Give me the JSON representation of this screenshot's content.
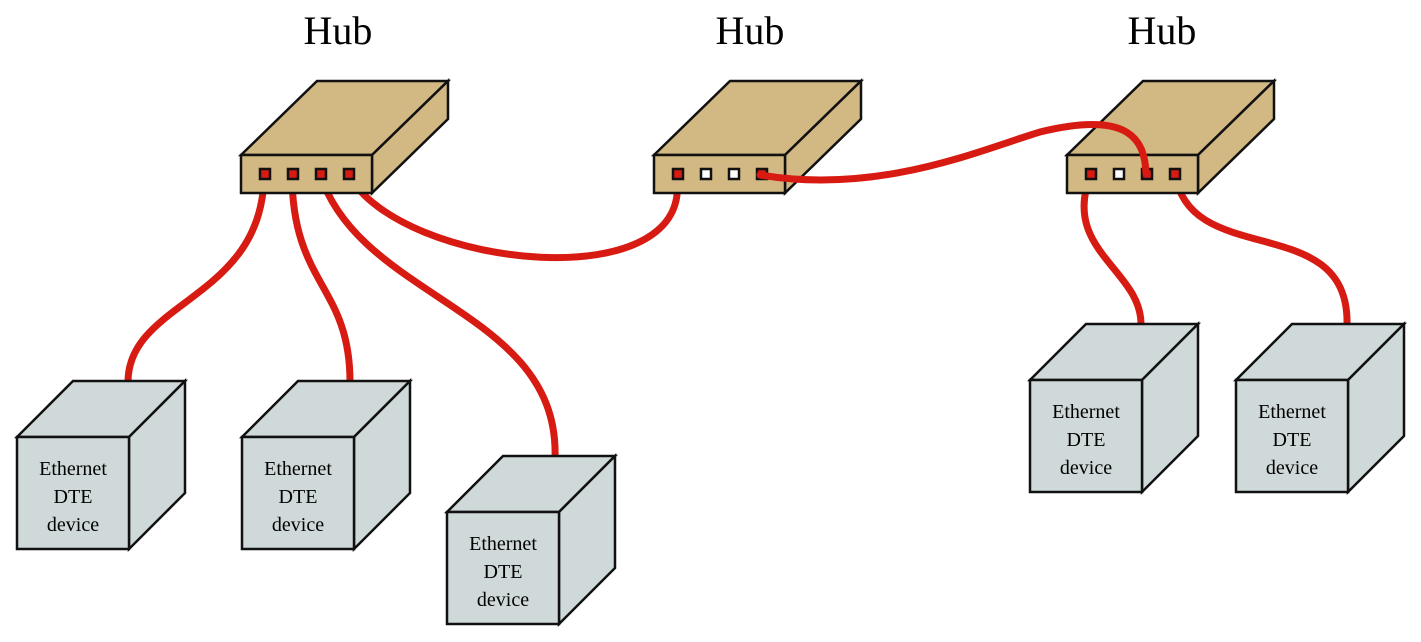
{
  "colors": {
    "hub_face": "#d2b882",
    "device_face": "#cfd9d9",
    "cable": "#d81b12",
    "outline": "#111111",
    "port_empty": "#ffffff"
  },
  "hubs": [
    {
      "id": "hub-1",
      "label": "Hub",
      "port_states": [
        "connected",
        "connected",
        "connected",
        "connected"
      ]
    },
    {
      "id": "hub-2",
      "label": "Hub",
      "port_states": [
        "connected",
        "empty",
        "empty",
        "connected"
      ]
    },
    {
      "id": "hub-3",
      "label": "Hub",
      "port_states": [
        "connected",
        "empty",
        "connected",
        "connected"
      ]
    }
  ],
  "devices": [
    {
      "id": "device-1",
      "lines": [
        "Ethernet",
        "DTE",
        "device"
      ]
    },
    {
      "id": "device-2",
      "lines": [
        "Ethernet",
        "DTE",
        "device"
      ]
    },
    {
      "id": "device-3",
      "lines": [
        "Ethernet",
        "DTE",
        "device"
      ]
    },
    {
      "id": "device-4",
      "lines": [
        "Ethernet",
        "DTE",
        "device"
      ]
    },
    {
      "id": "device-5",
      "lines": [
        "Ethernet",
        "DTE",
        "device"
      ]
    }
  ],
  "links": [
    {
      "from": "hub-1.port-1",
      "to": "device-1"
    },
    {
      "from": "hub-1.port-2",
      "to": "device-2"
    },
    {
      "from": "hub-1.port-3",
      "to": "device-3"
    },
    {
      "from": "hub-1.port-4",
      "to": "hub-2.port-1"
    },
    {
      "from": "hub-2.port-4",
      "to": "hub-3.port-3"
    },
    {
      "from": "hub-3.port-1",
      "to": "device-4"
    },
    {
      "from": "hub-3.port-4",
      "to": "device-5"
    }
  ]
}
